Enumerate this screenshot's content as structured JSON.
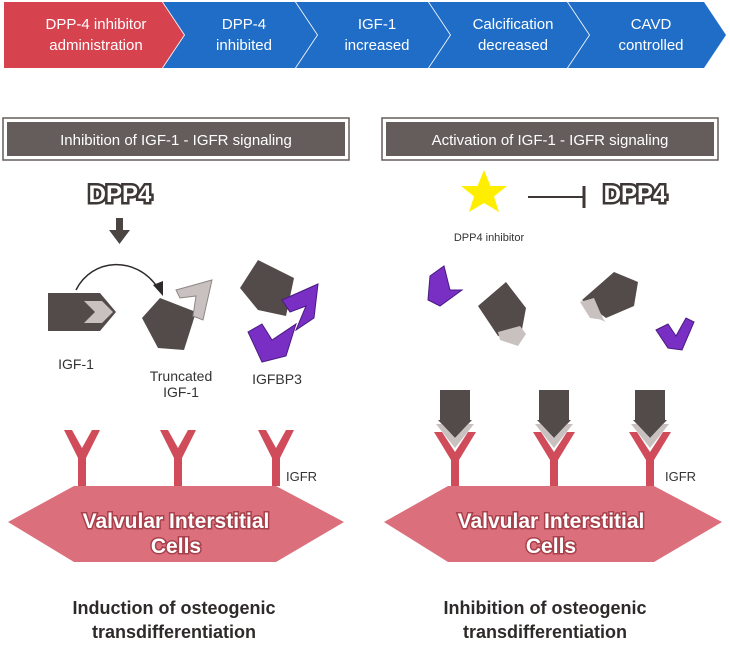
{
  "flow": {
    "steps": [
      {
        "line1": "DPP-4 inhibitor",
        "line2": "administration",
        "color": "#d6434f"
      },
      {
        "line1": "DPP-4",
        "line2": "inhibited",
        "color": "#1f6dc7"
      },
      {
        "line1": "IGF-1",
        "line2": "increased",
        "color": "#1f6dc7"
      },
      {
        "line1": "Calcification",
        "line2": "decreased",
        "color": "#1f6dc7"
      },
      {
        "line1": "CAVD",
        "line2": "controlled",
        "color": "#1f6dc7"
      }
    ]
  },
  "left": {
    "header": "Inhibition of IGF-1 - IGFR signaling",
    "enzyme": "DPP4",
    "igf1_label": "IGF-1",
    "truncated_line1": "Truncated",
    "truncated_line2": "IGF-1",
    "igfbp3_label": "IGFBP3",
    "receptor_label": "IGFR",
    "cell_line1": "Valvular Interstitial",
    "cell_line2": "Cells",
    "outcome_line1": "Induction of osteogenic",
    "outcome_line2": "transdifferentiation"
  },
  "right": {
    "header": "Activation of IGF-1 - IGFR signaling",
    "inhibitor_label": "DPP4 inhibitor",
    "enzyme": "DPP4",
    "receptor_label": "IGFR",
    "cell_line1": "Valvular Interstitial",
    "cell_line2": "Cells",
    "outcome_line1": "Inhibition of osteogenic",
    "outcome_line2": "transdifferentiation"
  },
  "colors": {
    "header_bg": "#655d5c",
    "receptor": "#d04c5a",
    "cell": "#db6f7c",
    "igf_dark": "#524b4a",
    "igf_light": "#c9c1bf",
    "igfbp3": "#7a2fc4",
    "star": "#ffee00"
  }
}
